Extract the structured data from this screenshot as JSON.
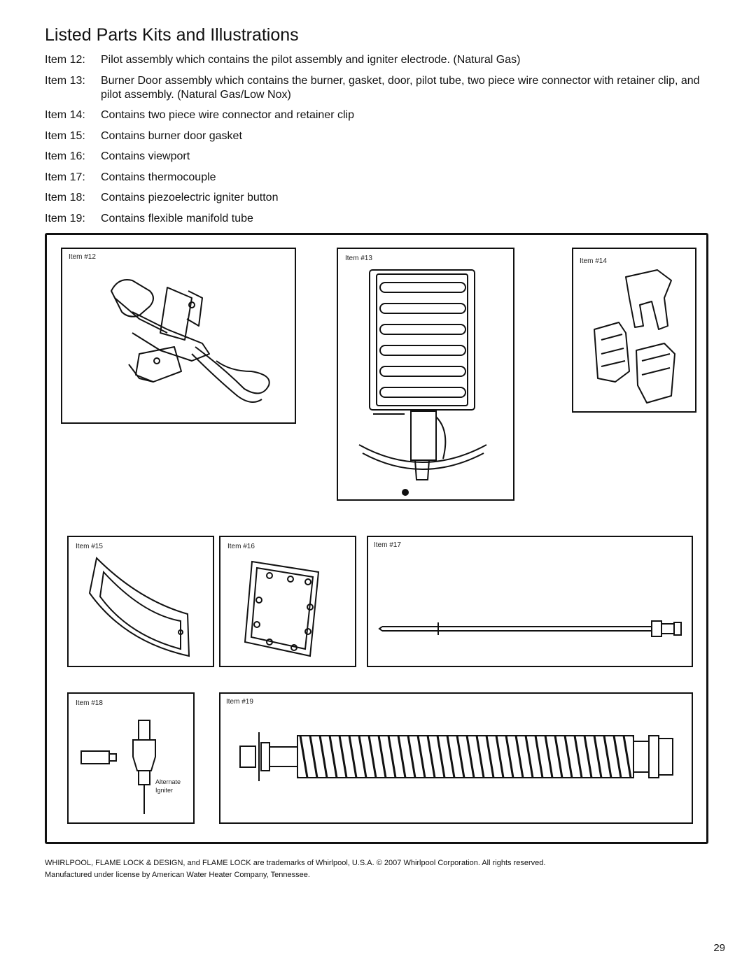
{
  "page": {
    "title": "Listed Parts Kits and Illustrations",
    "page_number": "29"
  },
  "items": [
    {
      "label": "Item 12:",
      "text": "Pilot assembly which contains the pilot assembly and igniter electrode. (Natural Gas)"
    },
    {
      "label": "Item 13:",
      "text": "Burner Door assembly which contains the burner, gasket, door, pilot tube, two piece wire connector with retainer clip, and pilot assembly. (Natural Gas/Low Nox)"
    },
    {
      "label": "Item 14:",
      "text": "Contains two piece wire connector and retainer clip"
    },
    {
      "label": "Item 15:",
      "text": "Contains burner door gasket"
    },
    {
      "label": "Item 16:",
      "text": "Contains viewport"
    },
    {
      "label": "Item 17:",
      "text": "Contains thermocouple"
    },
    {
      "label": "Item 18:",
      "text": "Contains piezoelectric igniter button"
    },
    {
      "label": "Item 19:",
      "text": "Contains flexible manifold tube"
    }
  ],
  "illustrations": {
    "i12": "Item #12",
    "i13": "Item #13",
    "i14": "Item #14",
    "i15": "Item #15",
    "i16": "Item #16",
    "i17": "Item #17",
    "i18": "Item #18",
    "i18_note_1": "Alternate",
    "i18_note_2": "Igniter",
    "i19": "Item #19"
  },
  "footer": {
    "line1": "WHIRLPOOL, FLAME LOCK & DESIGN, and FLAME LOCK are trademarks of Whirlpool, U.S.A. © 2007 Whirlpool Corporation. All rights reserved.",
    "line2": "Manufactured under license by American Water Heater Company, Tennessee."
  }
}
